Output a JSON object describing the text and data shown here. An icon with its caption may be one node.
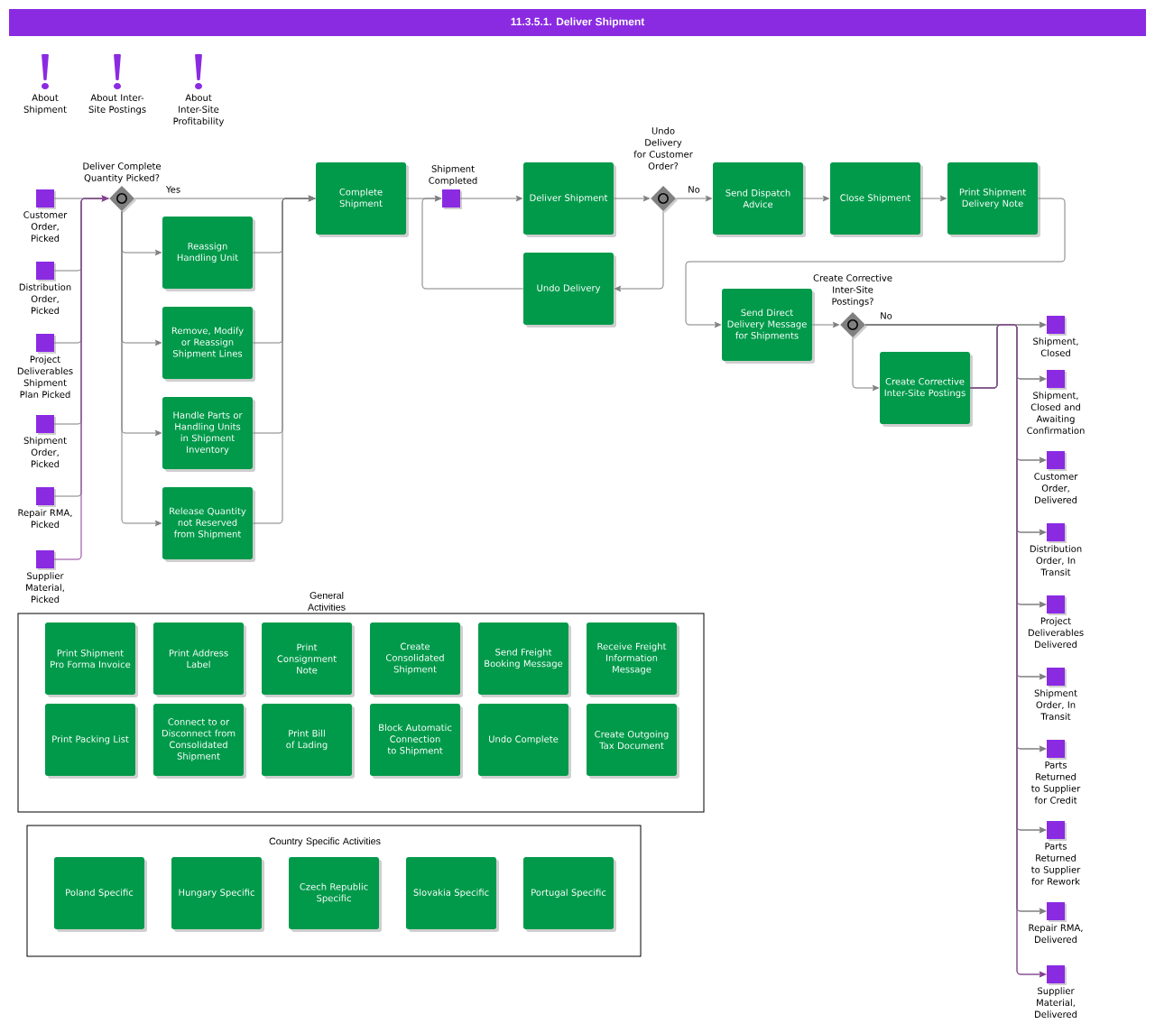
{
  "diagram": {
    "title": "11.3.5.1. Deliver Shipment",
    "nodes": [
      {
        "text": [
          "About Shipment"
        ]
      },
      {
        "text": [
          "About Inter-Site Postings"
        ]
      },
      {
        "text": [
          "About Inter-Site Profitability"
        ]
      },
      {
        "text": [
          "Customer Order, Picked"
        ]
      },
      {
        "text": [
          "Distribution Order, Picked"
        ]
      },
      {
        "text": [
          "Project Deliverables Shipment Plan Picked"
        ]
      },
      {
        "text": [
          "Shipment Order, Picked"
        ]
      },
      {
        "text": [
          "Repair RMA, Picked"
        ]
      },
      {
        "text": [
          "Supplier Material, Picked"
        ]
      },
      {
        "text": [
          "Deliver Complete Quantity Picked?"
        ]
      },
      {
        "text": [
          "Reassign Handling Unit"
        ]
      },
      {
        "text": [
          "Remove, Modify or Reassign Shipment Lines"
        ]
      },
      {
        "text": [
          "Handle Parts or Handling Units in Shipment Inventory"
        ]
      },
      {
        "text": [
          "Release Quantity not Reserved from Shipment"
        ]
      },
      {
        "text": [
          "Complete Shipment"
        ]
      },
      {
        "text": [
          "Shipment Completed"
        ]
      },
      {
        "text": [
          "Deliver Shipment"
        ]
      },
      {
        "text": [
          "Undo Delivery for Customer Order?"
        ]
      },
      {
        "text": [
          "Undo Delivery"
        ]
      },
      {
        "text": [
          "Send Dispatch Advice"
        ]
      },
      {
        "text": [
          "Close Shipment"
        ]
      },
      {
        "text": [
          "Print Shipment Delivery Note"
        ]
      },
      {
        "text": [
          "Send Direct Delivery Message for Shipments"
        ]
      },
      {
        "text": [
          "Create Corrective Inter-Site Postings?"
        ]
      },
      {
        "text": [
          "Create Corrective Inter-Site Postings"
        ]
      },
      {
        "text": [
          "Shipment, Closed"
        ]
      },
      {
        "text": [
          "Shipment, Closed and Awaiting Confirmation"
        ]
      },
      {
        "text": [
          "Customer Order, Delivered"
        ]
      },
      {
        "text": [
          "Distribution Order, In Transit"
        ]
      },
      {
        "text": [
          "Project Deliverables Delivered"
        ]
      },
      {
        "text": [
          "Shipment Order, In Transit"
        ]
      },
      {
        "text": [
          "Parts Returned to Supplier for Credit"
        ]
      },
      {
        "text": [
          "Parts Returned to Supplier for Rework"
        ]
      },
      {
        "text": [
          "Repair RMA, Delivered"
        ]
      },
      {
        "text": [
          "Supplier Material, Delivered"
        ]
      },
      {
        "text": [
          "General Activities"
        ]
      },
      {
        "text": [
          "Print Shipment Pro Forma Invoice"
        ],
        "in": 35
      },
      {
        "text": [
          "Print Address Label"
        ],
        "in": 35
      },
      {
        "text": [
          "Print Consignment Note"
        ],
        "in": 35
      },
      {
        "text": [
          "Create Consolidated Shipment"
        ],
        "in": 35
      },
      {
        "text": [
          "Send Freight Booking Message"
        ],
        "in": 35
      },
      {
        "text": [
          "Receive Freight Information Message"
        ],
        "in": 35
      },
      {
        "text": [
          "Print Packing List"
        ],
        "in": 35
      },
      {
        "text": [
          "Connect to or Disconnect from Consolidated Shipment"
        ],
        "in": 35
      },
      {
        "text": [
          "Print Bill of Lading"
        ],
        "in": 35
      },
      {
        "text": [
          "Block Automatic Connection to Shipment"
        ],
        "in": 35
      },
      {
        "text": [
          "Undo Complete"
        ],
        "in": 35
      },
      {
        "text": [
          "Create Outgoing Tax Document"
        ],
        "in": 35
      },
      {
        "text": [
          "Country Specific Activities"
        ]
      },
      {
        "text": [
          "Poland Specific"
        ],
        "in": 48
      },
      {
        "text": [
          "Hungary Specific"
        ],
        "in": 48
      },
      {
        "text": [
          "Czech Republic Specific"
        ],
        "in": 48
      },
      {
        "text": [
          "Slovakia Specific"
        ],
        "in": 48
      },
      {
        "text": [
          "Portugal Specific"
        ],
        "in": 48
      }
    ],
    "edges": [
      {
        "from": 3,
        "to": 9,
        "arrow": "to"
      },
      {
        "from": 4,
        "to": 9,
        "arrow": "to"
      },
      {
        "from": 5,
        "to": 9,
        "arrow": "to"
      },
      {
        "from": 6,
        "to": 9,
        "arrow": "to"
      },
      {
        "from": 7,
        "to": 9,
        "arrow": "to"
      },
      {
        "from": 8,
        "to": 9,
        "arrow": "to",
        "color": "#8b3d9b"
      },
      {
        "from": 9,
        "to": 14,
        "arrow": "to",
        "label": "Yes"
      },
      {
        "from": 9,
        "to": 10,
        "arrow": "to"
      },
      {
        "from": 9,
        "to": 11,
        "arrow": "to"
      },
      {
        "from": 9,
        "to": 12,
        "arrow": "to"
      },
      {
        "from": 9,
        "to": 13,
        "arrow": "to"
      },
      {
        "from": 10,
        "to": 14,
        "arrow": "to"
      },
      {
        "from": 11,
        "to": 14,
        "arrow": "to"
      },
      {
        "from": 12,
        "to": 14,
        "arrow": "to"
      },
      {
        "from": 13,
        "to": 14,
        "arrow": "to"
      },
      {
        "from": 14,
        "to": 15,
        "arrow": "to"
      },
      {
        "from": 15,
        "to": 16,
        "arrow": "to"
      },
      {
        "from": 16,
        "to": 17,
        "arrow": "to"
      },
      {
        "from": 17,
        "to": 19,
        "arrow": "to",
        "label": "No"
      },
      {
        "from": 17,
        "to": 18,
        "arrow": "to"
      },
      {
        "from": 18,
        "to": 15,
        "arrow": "to"
      },
      {
        "from": 19,
        "to": 20,
        "arrow": "to"
      },
      {
        "from": 20,
        "to": 21,
        "arrow": "to"
      },
      {
        "from": 21,
        "to": 22,
        "arrow": "to"
      },
      {
        "from": 22,
        "to": 23,
        "arrow": "to"
      },
      {
        "from": 23,
        "to": 24,
        "arrow": "to"
      },
      {
        "from": 23,
        "to": 25,
        "arrow": "to",
        "label": "No"
      },
      {
        "from": 23,
        "to": 26,
        "arrow": "to"
      },
      {
        "from": 23,
        "to": 27,
        "arrow": "to"
      },
      {
        "from": 23,
        "to": 28,
        "arrow": "to"
      },
      {
        "from": 23,
        "to": 29,
        "arrow": "to"
      },
      {
        "from": 23,
        "to": 30,
        "arrow": "to"
      },
      {
        "from": 23,
        "to": 31,
        "arrow": "to"
      },
      {
        "from": 23,
        "to": 32,
        "arrow": "to"
      },
      {
        "from": 23,
        "to": 33,
        "arrow": "to"
      },
      {
        "from": 23,
        "to": 34,
        "arrow": "to"
      },
      {
        "from": 24,
        "to": 25,
        "arrow": "to"
      },
      {
        "from": 24,
        "to": 26,
        "arrow": "to"
      },
      {
        "from": 24,
        "to": 27,
        "arrow": "to"
      },
      {
        "from": 24,
        "to": 28,
        "arrow": "to"
      },
      {
        "from": 24,
        "to": 29,
        "arrow": "to"
      },
      {
        "from": 24,
        "to": 30,
        "arrow": "to"
      },
      {
        "from": 24,
        "to": 31,
        "arrow": "to"
      },
      {
        "from": 24,
        "to": 32,
        "arrow": "to"
      },
      {
        "from": 24,
        "to": 33,
        "arrow": "to"
      },
      {
        "from": 24,
        "to": 34,
        "arrow": "to",
        "color": "#8b3d9b"
      }
    ]
  }
}
